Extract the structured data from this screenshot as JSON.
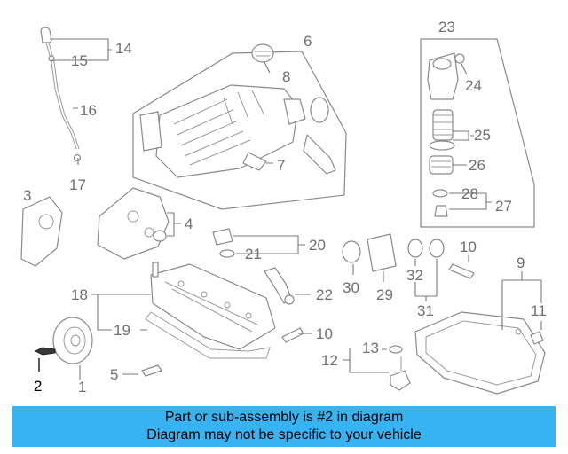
{
  "labels": {
    "l1": "1",
    "l2": "2",
    "l3": "3",
    "l4": "4",
    "l5": "5",
    "l6": "6",
    "l7": "7",
    "l8": "8",
    "l9": "9",
    "l10a": "10",
    "l10b": "10",
    "l11": "11",
    "l12": "12",
    "l13": "13",
    "l14": "14",
    "l15": "15",
    "l16": "16",
    "l17": "17",
    "l18": "18",
    "l19": "19",
    "l20": "20",
    "l21": "21",
    "l22": "22",
    "l23": "23",
    "l24": "24",
    "l25": "25",
    "l26": "26",
    "l27": "27",
    "l28": "28",
    "l29": "29",
    "l30": "30",
    "l31": "31",
    "l32": "32"
  },
  "highlight_part": "2",
  "banner": {
    "line1": "Part or sub-assembly is #2 in diagram",
    "line2": "Diagram may not be specific to your vehicle"
  },
  "colors": {
    "banner": "#38b3f2",
    "line_art": "#8a8a8a",
    "label": "#6f6f6f"
  }
}
